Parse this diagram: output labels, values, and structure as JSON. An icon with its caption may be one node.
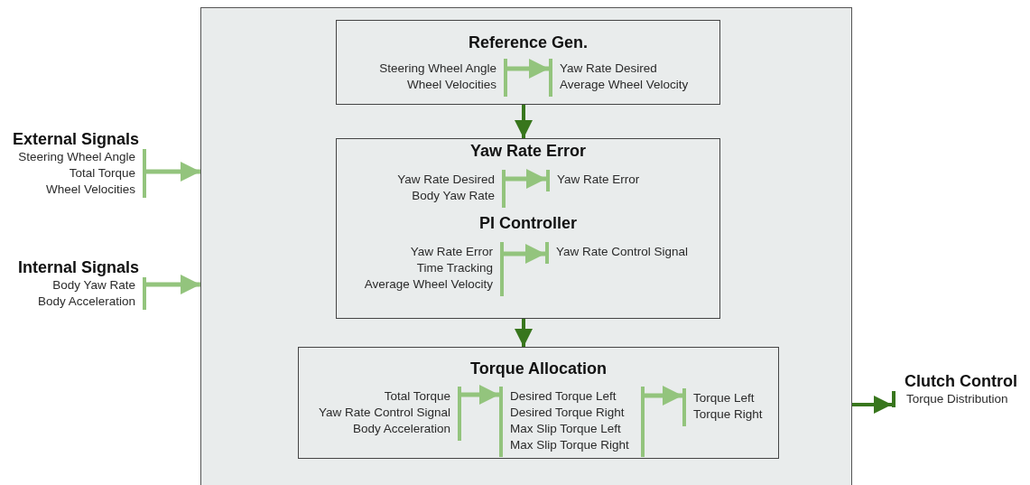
{
  "diagram": {
    "nodes": [
      {
        "text": [
          "External Signals",
          "Steering Wheel Angle",
          "Total Torque",
          "Wheel Velocities"
        ]
      },
      {
        "text": [
          "Internal Signals",
          "Body Yaw Rate",
          "Body Acceleration"
        ]
      },
      {
        "text": [],
        "shape": "box"
      },
      {
        "text": [
          "Reference Gen."
        ],
        "in": 2
      },
      {
        "text": [
          "Steering Wheel Angle",
          "Wheel Velocities"
        ],
        "in": 3
      },
      {
        "text": [
          "Yaw Rate Desired",
          "Average Wheel Velocity"
        ],
        "in": 3
      },
      {
        "text": [
          "Yaw Rate Error",
          "PI Controller"
        ],
        "in": 2
      },
      {
        "text": [
          "Yaw Rate Desired",
          "Body Yaw Rate"
        ],
        "in": 6
      },
      {
        "text": [
          "Yaw Rate Error"
        ],
        "in": 6
      },
      {
        "text": [
          "Yaw Rate Error",
          "Time Tracking",
          "Average Wheel Velocity"
        ],
        "in": 6
      },
      {
        "text": [
          "Yaw Rate Control Signal"
        ],
        "in": 6
      },
      {
        "text": [
          "Torque Allocation"
        ],
        "in": 2
      },
      {
        "text": [
          "Total Torque",
          "Yaw Rate Control Signal",
          "Body Acceleration"
        ],
        "in": 11
      },
      {
        "text": [
          "Desired Torque Left",
          "Desired Torque Right",
          "Max Slip Torque Left",
          "Max Slip Torque Right"
        ],
        "in": 11
      },
      {
        "text": [
          "Torque Left",
          "Torque Right"
        ],
        "in": 11
      },
      {
        "text": [
          "Clutch Control",
          "Torque Distribution"
        ]
      }
    ],
    "edges": [
      {
        "from": 0,
        "to": 2,
        "arrow": "to"
      },
      {
        "from": 1,
        "to": 2,
        "arrow": "to"
      },
      {
        "from": 3,
        "to": 6,
        "arrow": "to",
        "color": "#38761d"
      },
      {
        "from": 4,
        "to": 5,
        "arrow": "to"
      },
      {
        "from": 6,
        "to": 11,
        "arrow": "to",
        "color": "#38761d"
      },
      {
        "from": 7,
        "to": 8,
        "arrow": "to"
      },
      {
        "from": 9,
        "to": 10,
        "arrow": "to"
      },
      {
        "from": 12,
        "to": 13,
        "arrow": "to"
      },
      {
        "from": 13,
        "to": 14,
        "arrow": "to"
      },
      {
        "from": 2,
        "to": 15,
        "arrow": "to",
        "color": "#38761d"
      }
    ]
  }
}
